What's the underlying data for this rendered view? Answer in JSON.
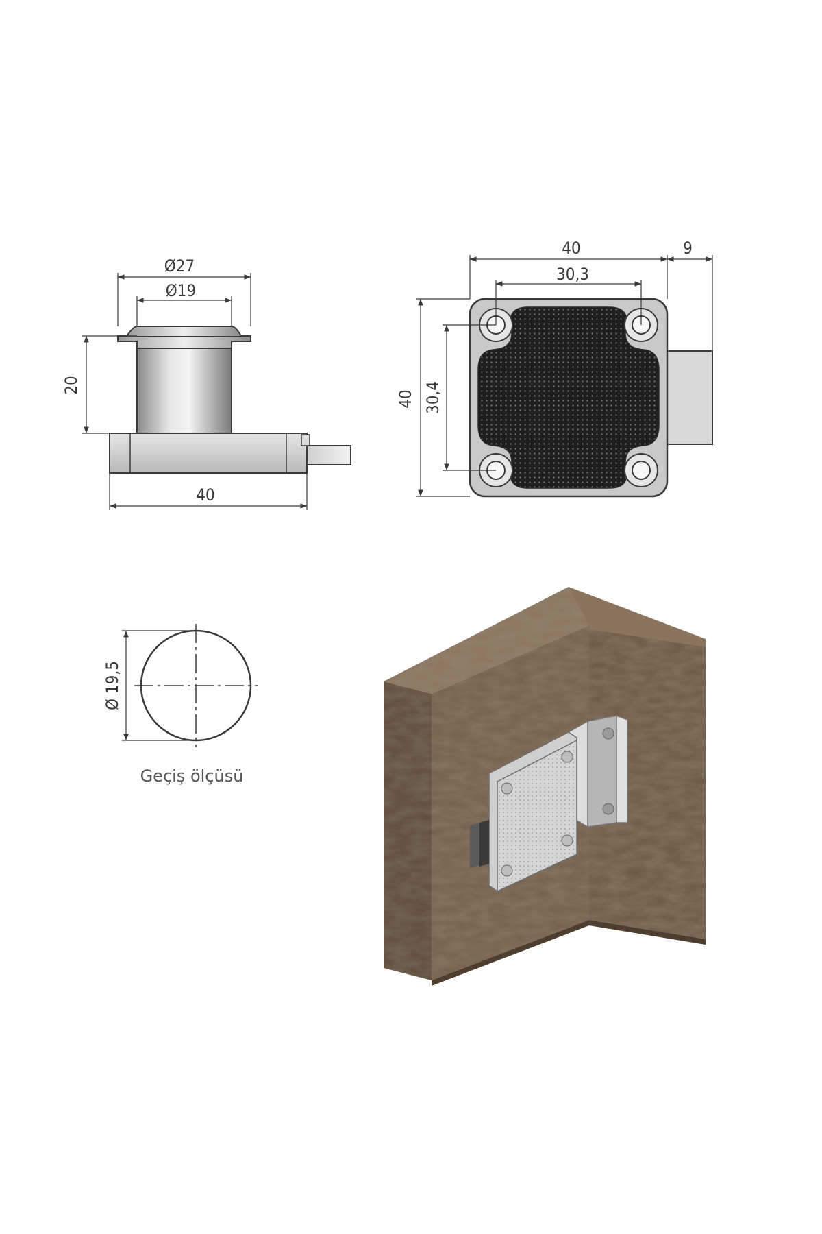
{
  "side_view": {
    "dim_outer_diameter": "Ø27",
    "dim_inner_diameter": "Ø19",
    "dim_height": "20",
    "dim_width": "40"
  },
  "front_view": {
    "dim_width": "40",
    "dim_bolt_projection": "9",
    "dim_hole_spacing_horizontal": "30,3",
    "dim_height": "40",
    "dim_hole_spacing_vertical": "30,4"
  },
  "cutout_view": {
    "dim_diameter": "Ø 19,5",
    "caption": "Geçiş ölçüsü"
  },
  "colors": {
    "line": "#3a3a3a",
    "wood": "#6f5b47",
    "metal_light": "#d9d9d9",
    "metal_dark": "#8c8c8c",
    "plate_texture": "#1a1a1a"
  }
}
